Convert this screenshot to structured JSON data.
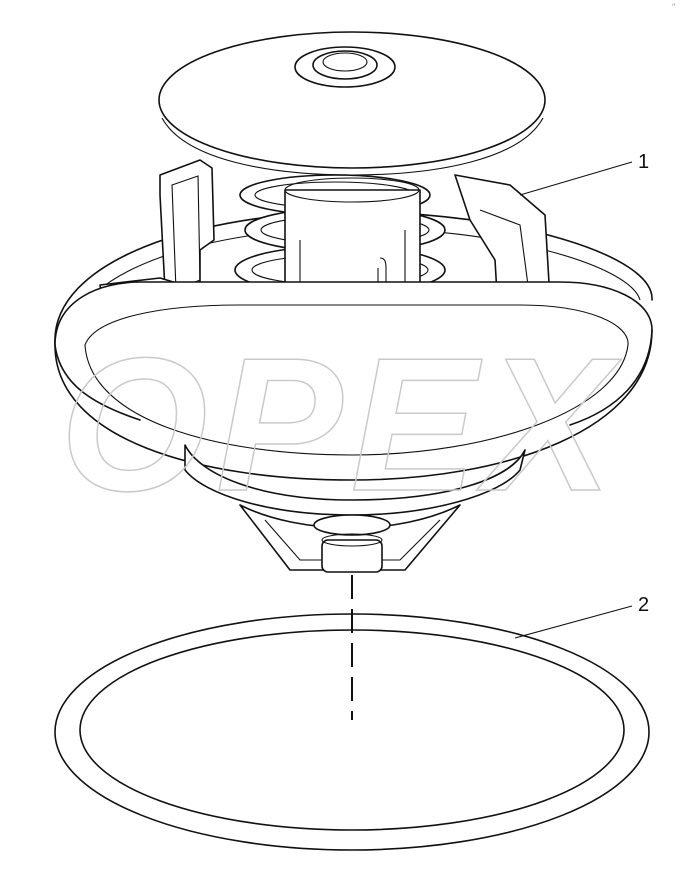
{
  "diagram": {
    "callouts": [
      {
        "label": "1",
        "part": "thermostat"
      },
      {
        "label": "2",
        "part": "sealing-ring"
      }
    ],
    "watermark": "OPEX",
    "corner_mark": "″"
  },
  "colors": {
    "line": "#111111",
    "background": "#ffffff",
    "watermark": "#c9c9c9"
  }
}
